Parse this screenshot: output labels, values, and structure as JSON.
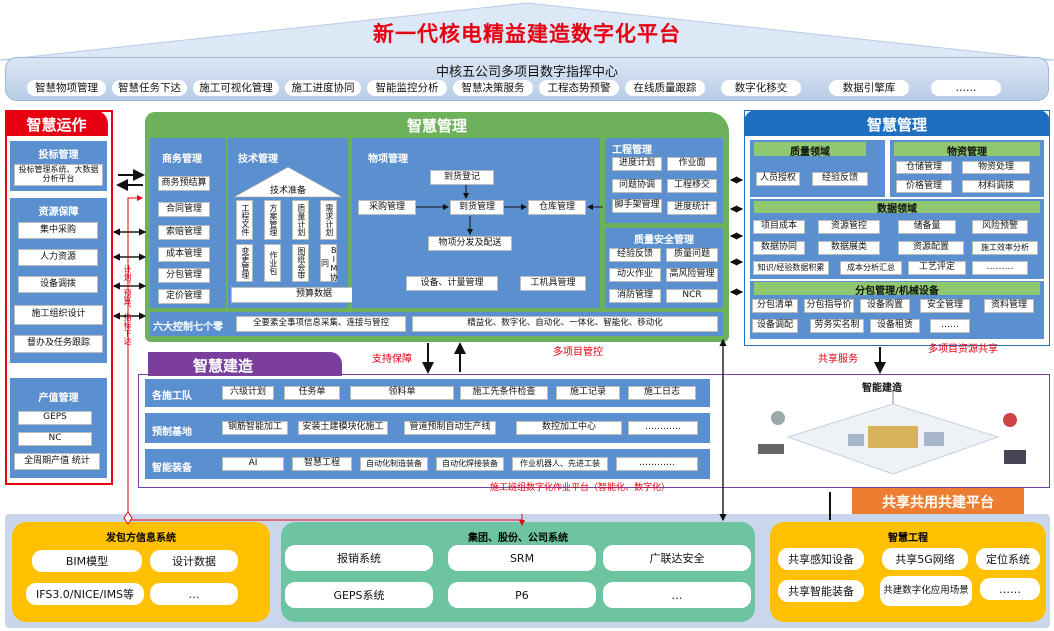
{
  "title": "新一代核电精益建造数字化平台",
  "command_center": {
    "title": "中核五公司多项目数字指挥中心",
    "items": [
      "智慧物项管理",
      "智慧任务下达",
      "施工可视化管理",
      "施工进度协同",
      "智能监控分析",
      "智慧决策服务",
      "工程态势预警",
      "在线质量跟踪",
      "数字化移交",
      "数据引擎库",
      "……"
    ]
  },
  "left_panel": {
    "title": "智慧运作",
    "invest": {
      "title": "投标管理",
      "items": [
        "投标管理系统、大数据分析平台"
      ]
    },
    "resource": {
      "title": "资源保障",
      "items": [
        "集中采购",
        "人力资源",
        "设备调拨",
        "施工组织设计",
        "督办及任务跟踪"
      ]
    },
    "output": {
      "title": "产值管理",
      "items": [
        "GEPS",
        "NC",
        "全周期产值 统计"
      ]
    }
  },
  "plan_note": "计划、预算、指标下达",
  "center_panel": {
    "title": "智慧管理",
    "business": {
      "title": "商务管理",
      "items": [
        "商务预结算",
        "合同管理",
        "索赔管理",
        "成本管理",
        "分包管理",
        "定价管理"
      ]
    },
    "tech": {
      "title": "技术管理",
      "roof": "技术准备",
      "cols_top": [
        "工程文件",
        "方案管理",
        "质量计划",
        "需求计划"
      ],
      "cols_bottom": [
        "变更管理",
        "作业包",
        "图纸会审",
        "BIM协同"
      ],
      "bottom": "预算数据"
    },
    "material": {
      "title": "物项管理",
      "arrival": "到货登记",
      "purchase": "采购管理",
      "arrival_mgmt": "到货管理",
      "warehouse": "仓库管理",
      "distribute": "物项分发及配送",
      "equipment": "设备、计量管理",
      "tools": "工机具管理"
    },
    "engineering": {
      "title": "工程管理",
      "items": [
        "进度计划",
        "作业面",
        "问题协调",
        "工程移交",
        "脚手架管理",
        "进度统计"
      ]
    },
    "safety": {
      "title": "质量安全管理",
      "items": [
        "经验反馈",
        "质量问题",
        "动火作业",
        "高风险管理",
        "消防管理",
        "NCR"
      ]
    },
    "six": {
      "title": "六大控制七个零",
      "box1": "全要素全事项信息采集、连接与管控",
      "box2": "精益化、数字化、自动化、一体化、智能化、移动化"
    }
  },
  "right_panel": {
    "title": "智慧管理",
    "quality": {
      "title": "质量领域",
      "items": [
        "人员授权",
        "经验反馈"
      ]
    },
    "material": {
      "title": "物资管理",
      "items": [
        "仓储管理",
        "物资处理",
        "价格管理",
        "材料调拨"
      ]
    },
    "data": {
      "title": "数据领域",
      "items": [
        "项目成本",
        "资源管控",
        "储备量",
        "风险预警",
        "数据协同",
        "数据展类",
        "资源配置",
        "施工效率分析",
        "知识/经验数据积累",
        "成本分析汇总",
        "工艺评定",
        "………"
      ]
    },
    "subcontract": {
      "title": "分包管理/机械设备",
      "items": [
        "分包清单",
        "分包指导价",
        "设备购置",
        "安全管理",
        "资料管理",
        "设备调配",
        "劳务实名制",
        "设备租赁",
        "……"
      ]
    }
  },
  "labels": {
    "support": "支持保障",
    "multi_proj": "多项目管控",
    "shared_service": "共享服务",
    "multi_res": "多项目资源共享",
    "team_platform": "施工班组数字化作业平台（智能化、数字化）"
  },
  "build_panel": {
    "title": "智慧建造",
    "rows": [
      {
        "title": "各施工队",
        "items": [
          "六级计划",
          "任务单",
          "领料单",
          "施工先条件检查",
          "施工记录",
          "施工日志"
        ]
      },
      {
        "title": "预制基地",
        "items": [
          "钢筋智能加工",
          "安装土建模块化施工",
          "管道预制自动生产线",
          "数控加工中心",
          "…………"
        ]
      },
      {
        "title": "智能装备",
        "items": [
          "AI",
          "智慧工程",
          "自动化制造装备",
          "自动化焊接装备",
          "作业机器人、先进工装",
          "…………"
        ]
      }
    ],
    "image_title": "智能建造"
  },
  "shared_platform": {
    "title": "共享共用共建平台"
  },
  "bottom": {
    "contractor": {
      "title": "发包方信息系统",
      "items": [
        "BIM模型",
        "设计数据",
        "IFS3.0/NICE/IMS等",
        "…"
      ]
    },
    "group": {
      "title": "集团、股份、公司系统",
      "items": [
        "报销系统",
        "SRM",
        "广联达安全",
        "GEPS系统",
        "P6",
        "…"
      ]
    },
    "smart": {
      "title": "智慧工程",
      "items": [
        "共享感知设备",
        "共享5G网络",
        "定位系统",
        "共享智能装备",
        "共建数字化应用场景",
        "……"
      ]
    }
  },
  "colors": {
    "red": "#e60012",
    "green": "#6db25a",
    "blue": "#1f6fc0",
    "purple": "#7a3e9d",
    "orange": "#ed7d31",
    "steel": "#5a8fd0"
  }
}
